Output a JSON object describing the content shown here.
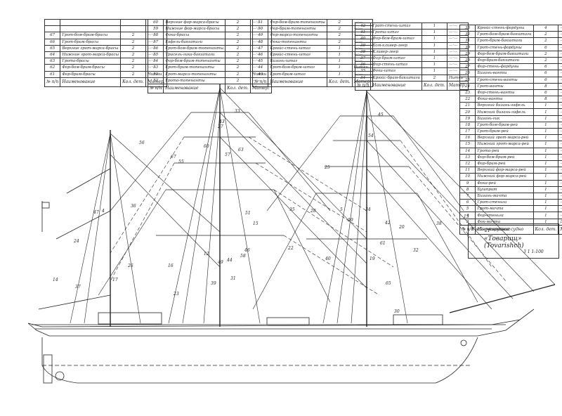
{
  "tables": [
    {
      "rows": [
        {
          "n": "",
          "name": "",
          "qty": "",
          "size": ""
        },
        {
          "n": "",
          "name": "",
          "qty": "",
          "size": ""
        },
        {
          "n": "67",
          "name": "Грот-бом-брам-брасы",
          "qty": "2",
          "size": "—·—"
        },
        {
          "n": "66",
          "name": "Грот-брам-брасы",
          "qty": "2",
          "size": "—·—"
        },
        {
          "n": "65",
          "name": "Верхние грот-марса-брасы",
          "qty": "2",
          "size": "—·—"
        },
        {
          "n": "64",
          "name": "Нижние грот-марса-брасы",
          "qty": "2",
          "size": "—·—"
        },
        {
          "n": "63",
          "name": "Грота-брасы",
          "qty": "2",
          "size": "—·—"
        },
        {
          "n": "62",
          "name": "Фор-бом-брам-брасы",
          "qty": "2",
          "size": "—·—"
        },
        {
          "n": "61",
          "name": "Фор-брам-брасы",
          "qty": "2",
          "size": "Нитки"
        }
      ],
      "header": {
        "n": "№ п/п",
        "name": "Наименование",
        "qty": "Кол. дет.",
        "size": "Матер."
      }
    },
    {
      "rows": [
        {
          "n": "60",
          "name": "Верхние фор-марса-брасы",
          "qty": "2",
          "size": "—·—"
        },
        {
          "n": "59",
          "name": "Нижние фор-марса-брасы",
          "qty": "2",
          "size": "—·—"
        },
        {
          "n": "58",
          "name": "Фока-брасы",
          "qty": "2",
          "size": "—·—"
        },
        {
          "n": "57",
          "name": "Гафель-бакштаги",
          "qty": "2",
          "size": "—·—"
        },
        {
          "n": "56",
          "name": "Грот-бом-брам-топенанты",
          "qty": "2",
          "size": "—·—"
        },
        {
          "n": "55",
          "name": "Трисель-гика-бакштаги",
          "qty": "2",
          "size": "—·—"
        },
        {
          "n": "54",
          "name": "Фор-бом-брам-топенанты",
          "qty": "2",
          "size": "—·—"
        },
        {
          "n": "53",
          "name": "Грот-брам-топенанты",
          "qty": "2",
          "size": "—·—"
        },
        {
          "n": "52",
          "name": "Грот-марса-топенанты",
          "qty": "2",
          "size": "Нитки"
        },
        {
          "n": "52",
          "name": "Грота-топенанты",
          "qty": "2",
          "size": "—·—"
        }
      ],
      "header": {
        "n": "№ п/п",
        "name": "Наименование",
        "qty": "Кол. дет.",
        "size": "Матер."
      }
    },
    {
      "rows": [
        {
          "n": "51",
          "name": "Фор-бом-брам-топенанты",
          "qty": "2",
          "size": "—·—"
        },
        {
          "n": "50",
          "name": "Фор-брам-топенанты",
          "qty": "2",
          "size": "—·—"
        },
        {
          "n": "49",
          "name": "Фор-марса-топенанты",
          "qty": "2",
          "size": "—·—"
        },
        {
          "n": "48",
          "name": "Фока-топенанты",
          "qty": "2",
          "size": "—·—"
        },
        {
          "n": "47",
          "name": "Крюйс-стень-штаг",
          "qty": "1",
          "size": "—·—"
        },
        {
          "n": "46",
          "name": "Крюйс-стень-штаг",
          "qty": "1",
          "size": "—·—"
        },
        {
          "n": "45",
          "name": "Бизань-штаг",
          "qty": "1",
          "size": "—·—"
        },
        {
          "n": "44",
          "name": "Грот-бом-брам-штаг",
          "qty": "1",
          "size": "Нитки"
        },
        {
          "n": "43",
          "name": "Грот-брам-штаг",
          "qty": "1",
          "size": "—·—"
        }
      ],
      "header": {
        "n": "№ п/п",
        "name": "Наименование",
        "qty": "Кол. дет.",
        "size": "Матер."
      }
    },
    {
      "rows": [
        {
          "n": "42",
          "name": "Грот-стень-штаг",
          "qty": "1",
          "size": "—·—"
        },
        {
          "n": "41",
          "name": "Грота-штаг",
          "qty": "1",
          "size": "—·—"
        },
        {
          "n": "40",
          "name": "Фор-бом-брам-штаг",
          "qty": "1",
          "size": "—·—"
        },
        {
          "n": "39",
          "name": "Бом-кливер-леер",
          "qty": "1",
          "size": "—·—"
        },
        {
          "n": "38",
          "name": "Кливер-леер",
          "qty": "1",
          "size": "—·—"
        },
        {
          "n": "37",
          "name": "Фор-брам-штаг",
          "qty": "1",
          "size": "—·—"
        },
        {
          "n": "36",
          "name": "Фор-стень-штаг",
          "qty": "1",
          "size": "—·—"
        },
        {
          "n": "35",
          "name": "Фока-штаг",
          "qty": "1",
          "size": "—·—"
        },
        {
          "n": "34",
          "name": "Крюйс-брам-бакштаги",
          "qty": "2",
          "size": "Нитки"
        }
      ],
      "header": {
        "n": "№ п/п",
        "name": "Наименование",
        "qty": "Кол. дет.",
        "size": "Матер."
      }
    },
    {
      "rows": [
        {
          "n": "33",
          "name": "Крюйс-стень-фордуны",
          "qty": "4",
          "size": "—·—"
        },
        {
          "n": "32",
          "name": "Грот-бом-брам-бакштаги",
          "qty": "2",
          "size": "—·—"
        },
        {
          "n": "31",
          "name": "Грот-брам-бакштаги",
          "qty": "2",
          "size": "—·—"
        },
        {
          "n": "30",
          "name": "Грот-стень-фордуны",
          "qty": "6",
          "size": "—·—"
        },
        {
          "n": "29",
          "name": "Фор-бом-брам-бакштаги",
          "qty": "2",
          "size": "—·—"
        },
        {
          "n": "28",
          "name": "Фор-брам-бакштаги",
          "qty": "2",
          "size": "—·—"
        },
        {
          "n": "27",
          "name": "Фор-стень-фордуны",
          "qty": "6",
          "size": "—·—"
        },
        {
          "n": "26",
          "name": "Бизань-ванты",
          "qty": "6",
          "size": "—·—"
        },
        {
          "n": "25",
          "name": "Грот-стень-ванты",
          "qty": "6",
          "size": "—·—"
        },
        {
          "n": "24",
          "name": "Грот-ванты",
          "qty": "8",
          "size": "—·—"
        },
        {
          "n": "23",
          "name": "Фор-стень-ванты",
          "qty": "6",
          "size": "—·—"
        },
        {
          "n": "22",
          "name": "Фока-ванты",
          "qty": "8",
          "size": "—·—"
        },
        {
          "n": "21",
          "name": "Верхний бизань-гафель",
          "qty": "1",
          "size": "—·—"
        },
        {
          "n": "20",
          "name": "Нижний бизань-гафель",
          "qty": "1",
          "size": "—·—"
        },
        {
          "n": "19",
          "name": "Бизань-гик",
          "qty": "1",
          "size": "—·—"
        },
        {
          "n": "18",
          "name": "Грот-бом-брам-рей",
          "qty": "1",
          "size": "—·—"
        },
        {
          "n": "17",
          "name": "Грот-брам-рей",
          "qty": "1",
          "size": "—·—"
        },
        {
          "n": "16",
          "name": "Верхний грот-марса-рей",
          "qty": "1",
          "size": "—·—"
        },
        {
          "n": "15",
          "name": "Нижний грот-марса-рей",
          "qty": "1",
          "size": "—·—"
        },
        {
          "n": "14",
          "name": "Грота-рей",
          "qty": "1",
          "size": "—·—"
        },
        {
          "n": "13",
          "name": "Фор-бом-брам-рей",
          "qty": "1",
          "size": "—·—"
        },
        {
          "n": "12",
          "name": "Фор-брам-рей",
          "qty": "1",
          "size": "—·—"
        },
        {
          "n": "11",
          "name": "Верхний фор-марса-рей",
          "qty": "1",
          "size": "—·—"
        },
        {
          "n": "10",
          "name": "Нижний фор-марса-рей",
          "qty": "1",
          "size": "—·—"
        },
        {
          "n": "9",
          "name": "Фока-рей",
          "qty": "1",
          "size": "—·—"
        },
        {
          "n": "8",
          "name": "Бушприт",
          "qty": "1",
          "size": "—·—"
        },
        {
          "n": "7",
          "name": "Бизань-мачта",
          "qty": "1",
          "size": "—·—"
        },
        {
          "n": "6",
          "name": "Грот-стеньга",
          "qty": "1",
          "size": "—·—"
        },
        {
          "n": "5",
          "name": "Грот-мачта",
          "qty": "1",
          "size": "—·—"
        },
        {
          "n": "4",
          "name": "Фор-стеньга",
          "qty": "1",
          "size": "—·—"
        },
        {
          "n": "3",
          "name": "Фок-мачта",
          "qty": "1",
          "size": "Дерево"
        }
      ],
      "header": {
        "n": "№ п/п",
        "name": "Наименование",
        "qty": "Кол. дет.",
        "size": "Материал"
      }
    }
  ],
  "title_block": {
    "subtitle": "Учебно-парусное судно",
    "name": "«Товарищ» (Tovarishch)",
    "sheet_no": "3 1 1:100"
  },
  "callouts": [
    "33",
    "43",
    "60",
    "63",
    "67",
    "57",
    "55",
    "27",
    "56",
    "4",
    "36",
    "45",
    "54",
    "25",
    "5",
    "28",
    "51",
    "46",
    "15",
    "44",
    "58",
    "49",
    "31",
    "39",
    "12",
    "16",
    "17",
    "37",
    "14",
    "47",
    "24",
    "26",
    "23",
    "22",
    "40",
    "19",
    "65",
    "30",
    "38",
    "32",
    "42",
    "20",
    "21",
    "13",
    "61",
    "59",
    "34",
    "35"
  ],
  "colors": {
    "ink": "#222222",
    "paper": "#ffffff"
  }
}
